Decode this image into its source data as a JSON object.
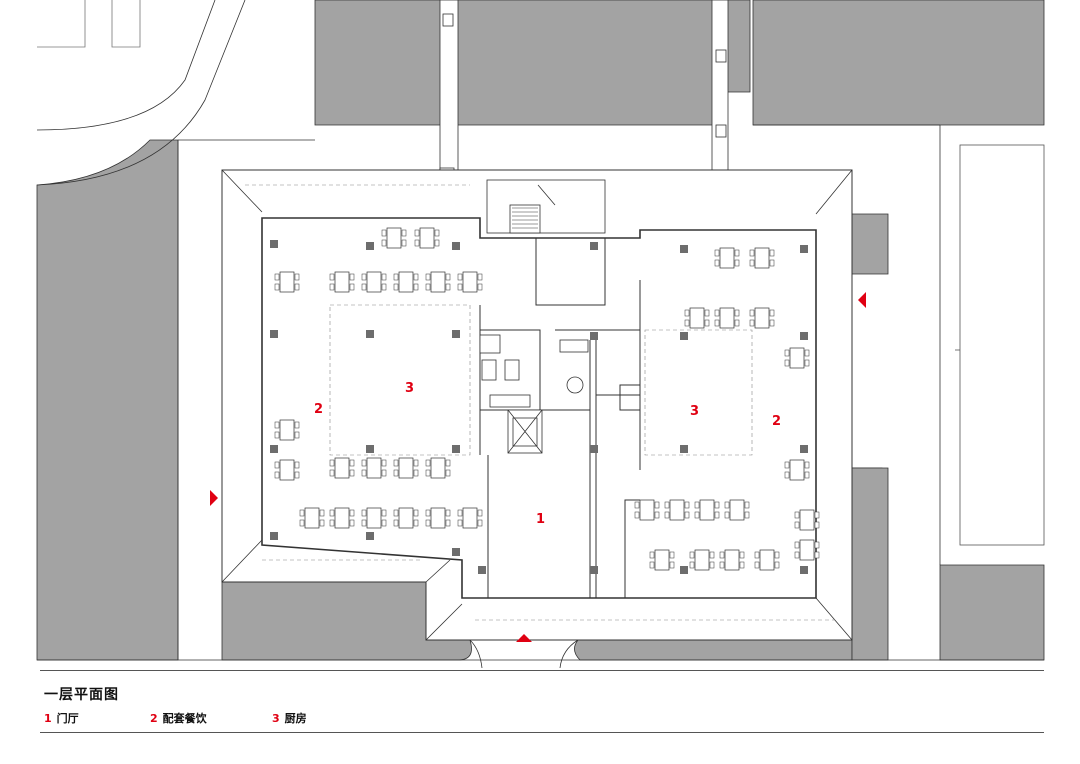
{
  "title": "一层平面图",
  "legend": [
    {
      "num": "1",
      "label": "门厅"
    },
    {
      "num": "2",
      "label": "配套餐饮"
    },
    {
      "num": "3",
      "label": "厨房"
    }
  ],
  "room_labels": {
    "lobby": "1",
    "dining_left": "2",
    "kitchen_left": "3",
    "kitchen_right": "3",
    "dining_right": "2"
  },
  "colors": {
    "accent": "#e00012",
    "building_block": "#a3a3a3",
    "line": "#333333"
  },
  "entrance_markers": [
    "west-entrance-arrow",
    "east-entrance-arrow",
    "south-entrance-arrow"
  ]
}
